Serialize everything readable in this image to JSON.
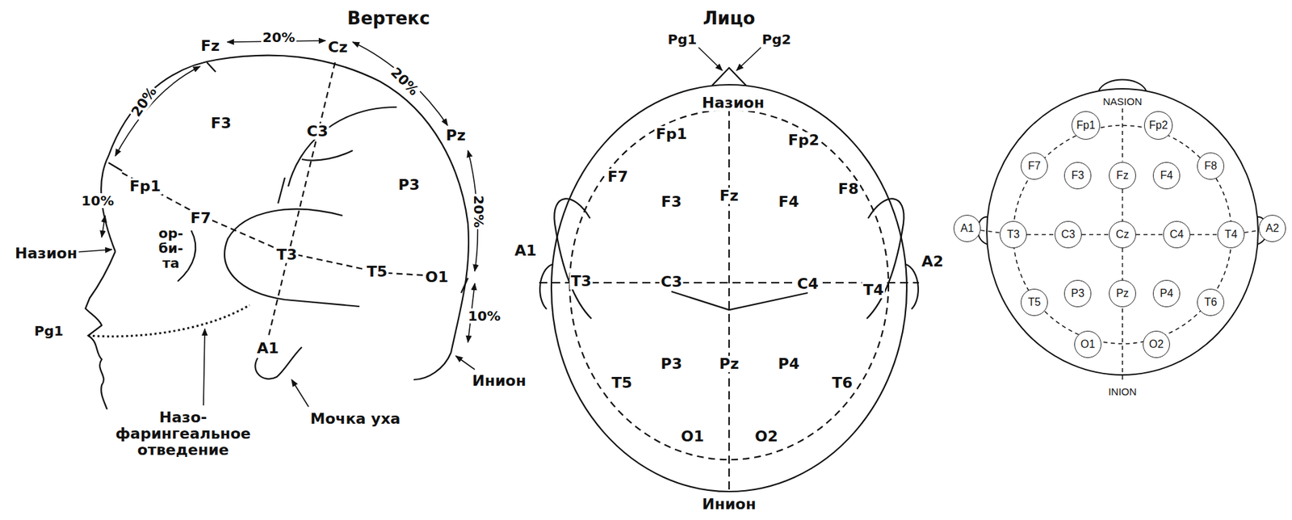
{
  "diagram": {
    "nodes": [
      {
        "text": [
          "Fp1"
        ]
      },
      {
        "text": [
          "Fp2"
        ]
      },
      {
        "text": [
          "F7"
        ]
      },
      {
        "text": [
          "F3"
        ]
      },
      {
        "text": [
          "Fz"
        ]
      },
      {
        "text": [
          "F4"
        ]
      },
      {
        "text": [
          "F8"
        ]
      },
      {
        "text": [
          "A1"
        ]
      },
      {
        "text": [
          "T3"
        ]
      },
      {
        "text": [
          "C3"
        ]
      },
      {
        "text": [
          "Cz"
        ]
      },
      {
        "text": [
          "C4"
        ]
      },
      {
        "text": [
          "T4"
        ]
      },
      {
        "text": [
          "A2"
        ]
      },
      {
        "text": [
          "T5"
        ]
      },
      {
        "text": [
          "P3"
        ]
      },
      {
        "text": [
          "Pz"
        ]
      },
      {
        "text": [
          "P4"
        ]
      },
      {
        "text": [
          "T6"
        ]
      },
      {
        "text": [
          "O1"
        ]
      },
      {
        "text": [
          "O2"
        ]
      }
    ],
    "edges": [
      {
        "from": 7,
        "to": 8,
        "arrow": "none"
      },
      {
        "from": 8,
        "to": 9,
        "arrow": "none"
      },
      {
        "from": 9,
        "to": 10,
        "arrow": "none"
      },
      {
        "from": 10,
        "to": 11,
        "arrow": "none"
      },
      {
        "from": 11,
        "to": 12,
        "arrow": "none"
      },
      {
        "from": 12,
        "to": 13,
        "arrow": "none"
      },
      {
        "from": 4,
        "to": 10,
        "arrow": "none"
      },
      {
        "from": 10,
        "to": 16,
        "arrow": "none"
      }
    ],
    "labels": [
      "Вертекс",
      "Fz",
      "20%",
      "Cz",
      "20%",
      "Pz",
      "20%",
      "10%",
      "20%",
      "10%",
      "F3",
      "C3",
      "P3",
      "Fp1",
      "F7",
      "ор- би- та",
      "T3",
      "T5",
      "O1",
      "Назион",
      "Pg1",
      "Назо- фарингеальное отведение",
      "A1",
      "Мочка уха",
      "Инион",
      "Лицо",
      "Pg1",
      "Pg2",
      "Назион",
      "Fp1",
      "Fp2",
      "F7",
      "F3",
      "Fz",
      "F4",
      "F8",
      "A1",
      "T3",
      "C3",
      "C4",
      "T4",
      "A2",
      "T5",
      "P3",
      "Pz",
      "P4",
      "T6",
      "O1",
      "O2",
      "Инион",
      "NASION",
      "INION"
    ]
  }
}
